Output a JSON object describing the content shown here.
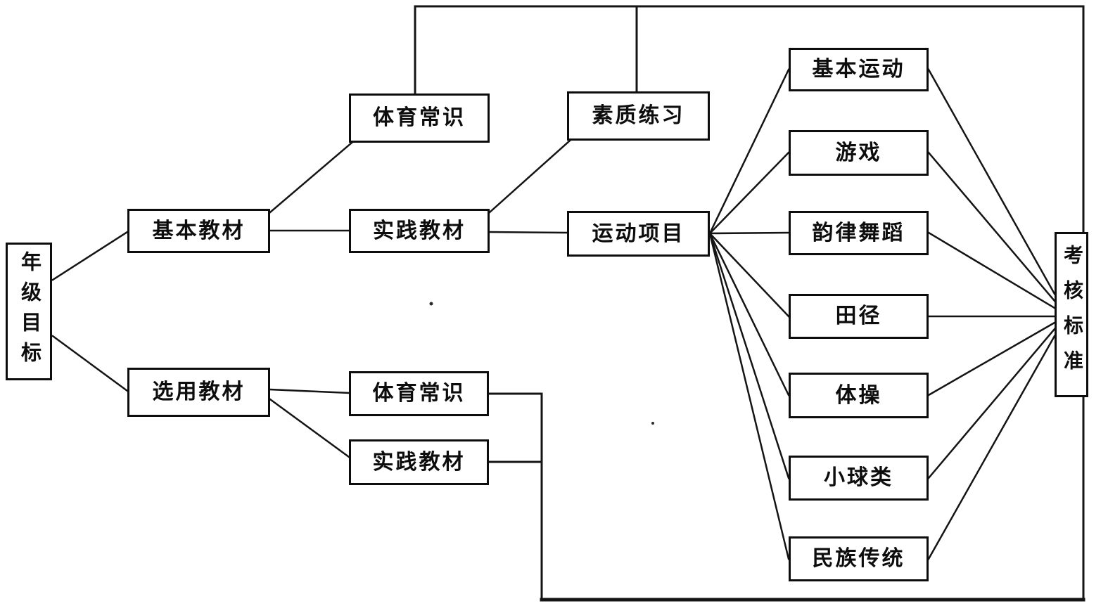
{
  "diagram": {
    "description": "PE curriculum structure flowchart (scanned document)",
    "line_color": "#141414",
    "background_color": "#ffffff",
    "nodes": {
      "grade_objectives": {
        "label": "年级目标"
      },
      "basic_materials": {
        "label": "基本教材"
      },
      "selected_materials": {
        "label": "选用教材"
      },
      "sports_knowledge_basic": {
        "label": "体育常识"
      },
      "practice_materials_basic": {
        "label": "实践教材"
      },
      "quality_training": {
        "label": "素质练习"
      },
      "sports_events": {
        "label": "运动项目"
      },
      "sports_knowledge_selected": {
        "label": "体育常识"
      },
      "practice_materials_selected": {
        "label": "实践教材"
      },
      "basic_movement": {
        "label": "基本运动"
      },
      "games": {
        "label": "游戏"
      },
      "rhythmic_dance": {
        "label": "韵律舞蹈"
      },
      "track_field": {
        "label": "田径"
      },
      "gymnastics": {
        "label": "体操"
      },
      "small_balls": {
        "label": "小球类"
      },
      "ethnic_traditional": {
        "label": "民族传统"
      },
      "assessment_standards": {
        "label": "考核标准"
      }
    },
    "edges": [
      {
        "from": "grade_objectives",
        "to": "basic_materials"
      },
      {
        "from": "grade_objectives",
        "to": "selected_materials"
      },
      {
        "from": "basic_materials",
        "to": "sports_knowledge_basic"
      },
      {
        "from": "basic_materials",
        "to": "practice_materials_basic"
      },
      {
        "from": "practice_materials_basic",
        "to": "quality_training"
      },
      {
        "from": "practice_materials_basic",
        "to": "sports_events"
      },
      {
        "from": "sports_knowledge_basic",
        "to": "assessment_standards"
      },
      {
        "from": "quality_training",
        "to": "assessment_standards"
      },
      {
        "from": "sports_events",
        "to": "basic_movement"
      },
      {
        "from": "sports_events",
        "to": "games"
      },
      {
        "from": "sports_events",
        "to": "rhythmic_dance"
      },
      {
        "from": "sports_events",
        "to": "track_field"
      },
      {
        "from": "sports_events",
        "to": "gymnastics"
      },
      {
        "from": "sports_events",
        "to": "small_balls"
      },
      {
        "from": "sports_events",
        "to": "ethnic_traditional"
      },
      {
        "from": "basic_movement",
        "to": "assessment_standards"
      },
      {
        "from": "games",
        "to": "assessment_standards"
      },
      {
        "from": "rhythmic_dance",
        "to": "assessment_standards"
      },
      {
        "from": "track_field",
        "to": "assessment_standards"
      },
      {
        "from": "gymnastics",
        "to": "assessment_standards"
      },
      {
        "from": "small_balls",
        "to": "assessment_standards"
      },
      {
        "from": "ethnic_traditional",
        "to": "assessment_standards"
      },
      {
        "from": "selected_materials",
        "to": "sports_knowledge_selected"
      },
      {
        "from": "selected_materials",
        "to": "practice_materials_selected"
      },
      {
        "from": "sports_knowledge_selected",
        "to": "assessment_standards"
      },
      {
        "from": "practice_materials_selected",
        "to": "assessment_standards"
      }
    ]
  }
}
